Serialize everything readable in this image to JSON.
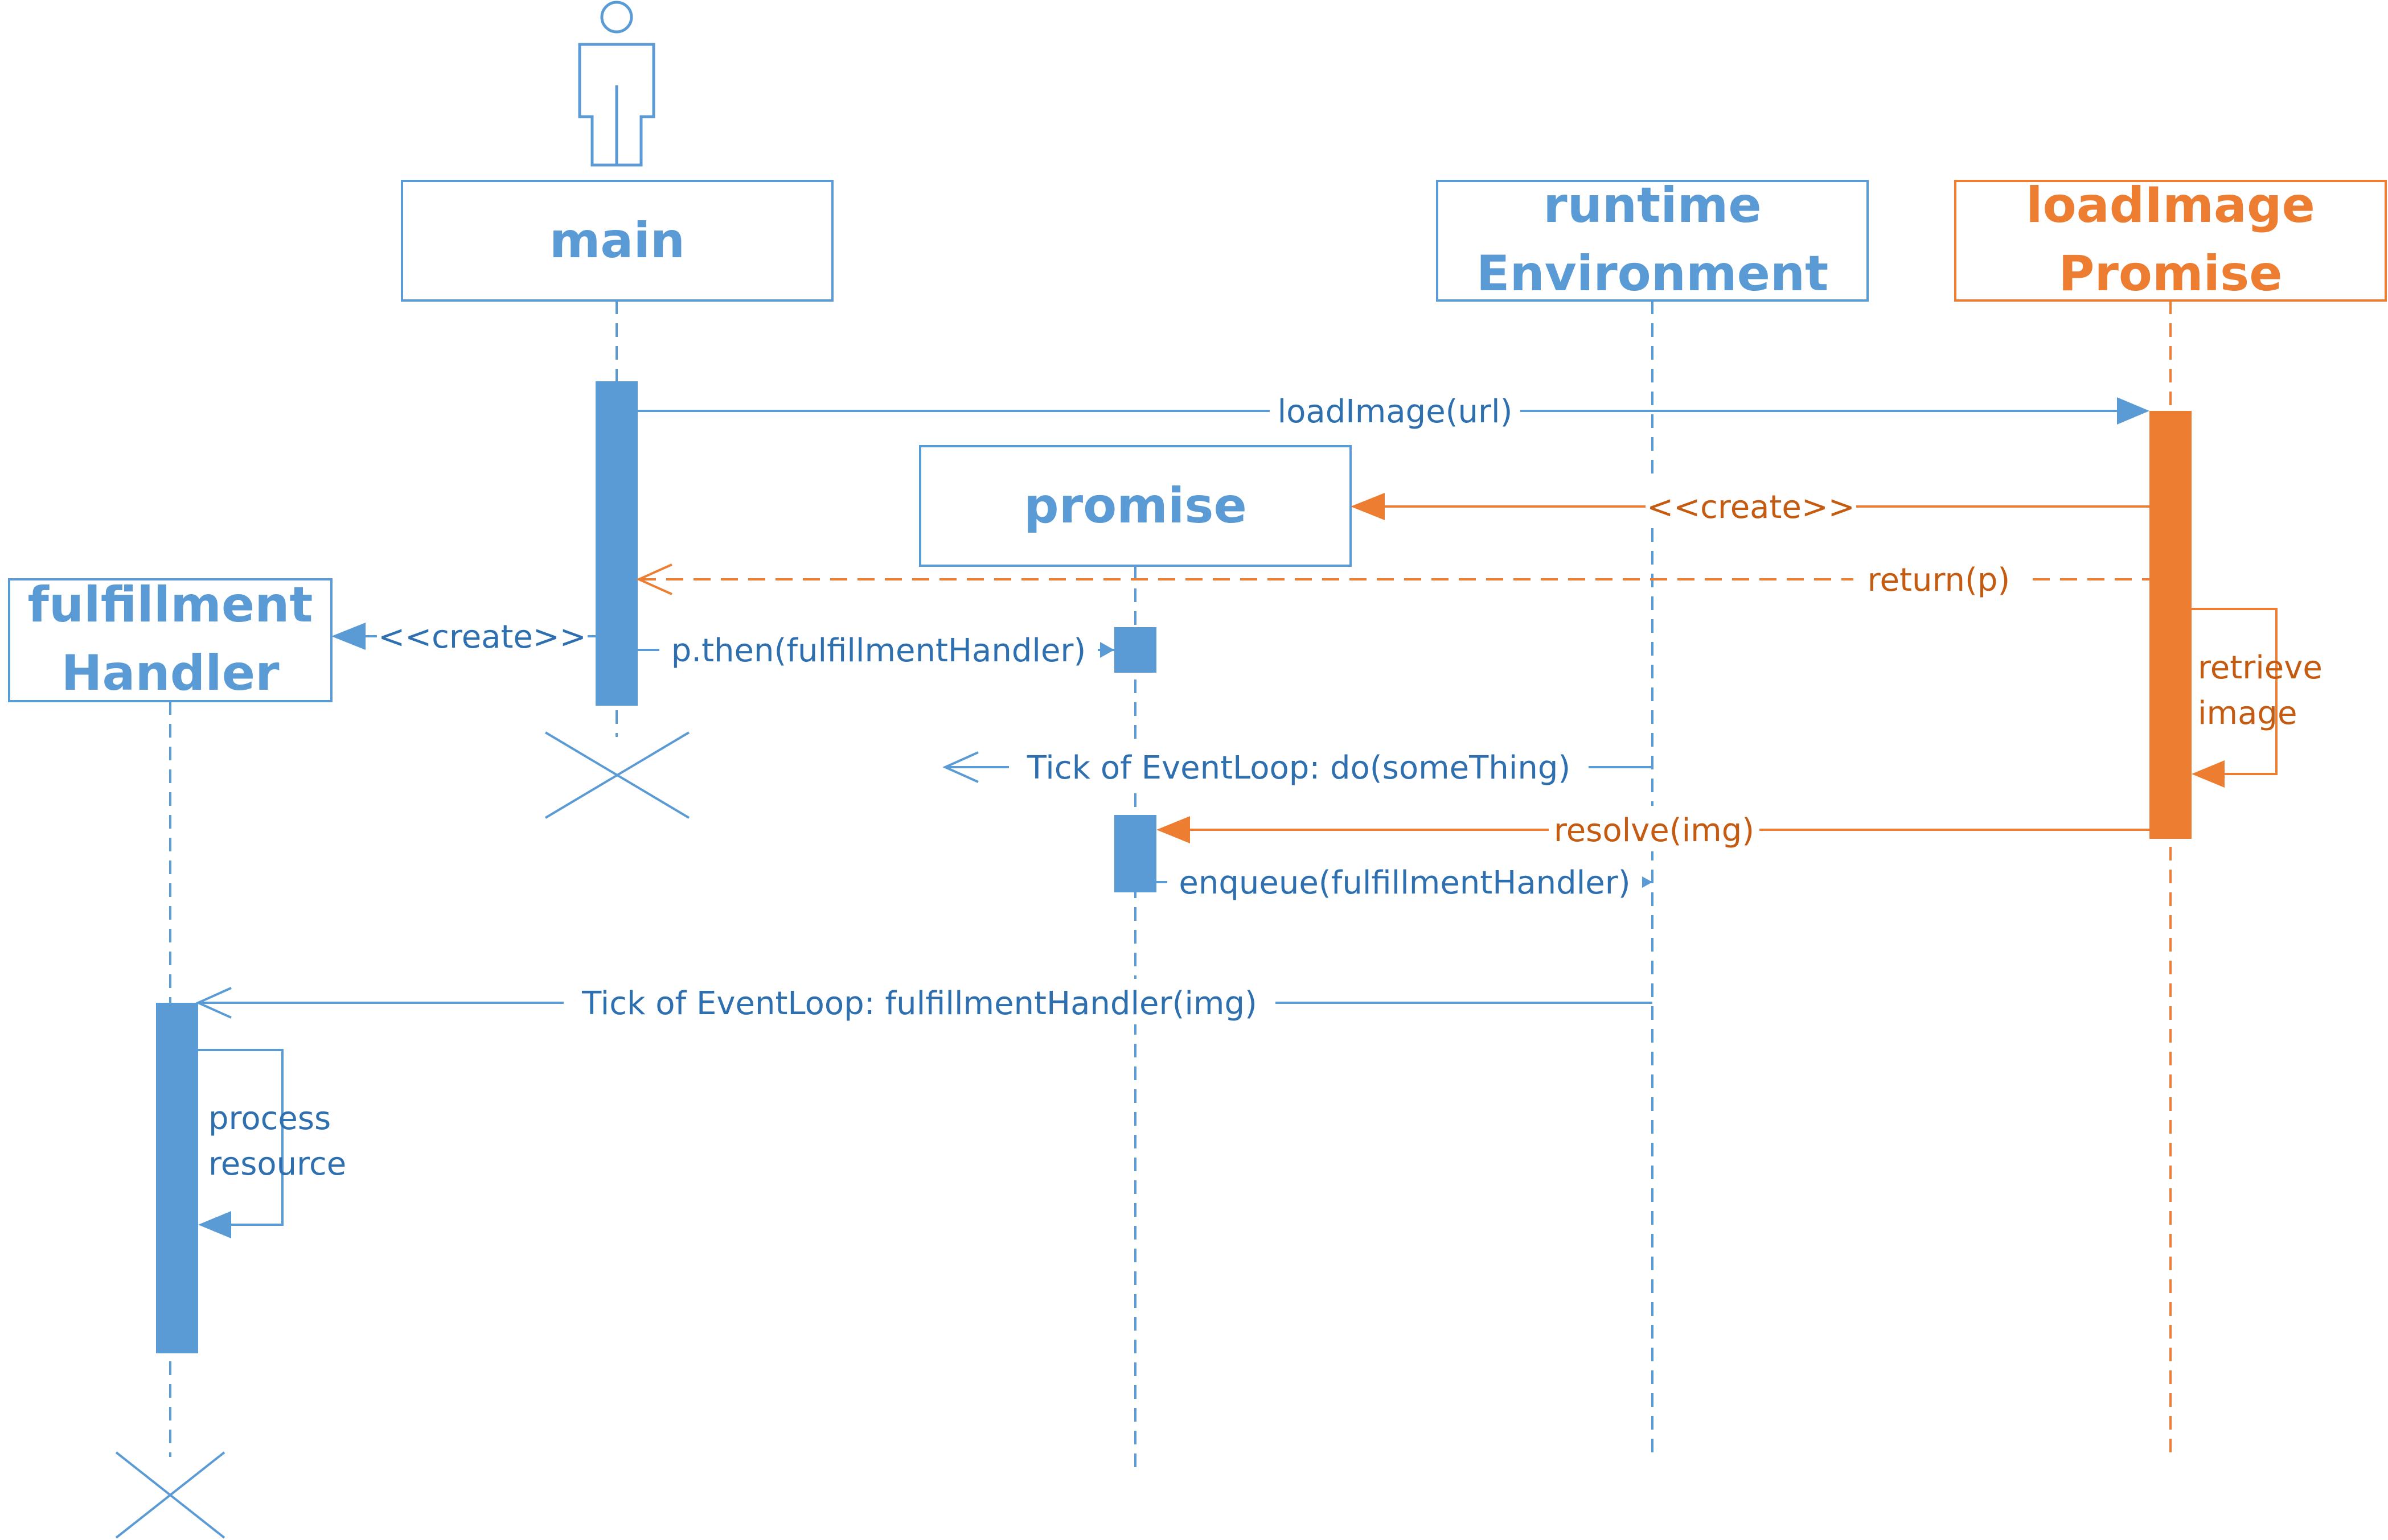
{
  "colors": {
    "blue": "#5b9bd5",
    "blue_text": "#2e6fb0",
    "orange": "#ed7d31",
    "orange_text": "#c55a11"
  },
  "actor": {
    "icon": "stick-figure-icon"
  },
  "lifelines": {
    "main": {
      "line1": "main"
    },
    "runtime": {
      "line1": "runtime",
      "line2": "Environment"
    },
    "loadimage": {
      "line1": "loadImage",
      "line2": "Promise"
    },
    "promise": {
      "line1": "promise"
    },
    "fulfillment": {
      "line1": "fulfillment",
      "line2": "Handler"
    }
  },
  "messages": {
    "load_image": "loadImage(url)",
    "create_promise": "<<create>>",
    "return_p": "return(p)",
    "create_handler": "<<create>>",
    "p_then": "p.then(fulfillmentHandler)",
    "retrieve_image": {
      "line1": "retrieve",
      "line2": "image"
    },
    "tick_something": "Tick of EventLoop: do(someThing)",
    "resolve": "resolve(img)",
    "enqueue": "enqueue(fulfillmentHandler)",
    "tick_handler": "Tick of EventLoop: fulfillmentHandler(img)",
    "process_resource": {
      "line1": "process",
      "line2": "resource"
    }
  }
}
